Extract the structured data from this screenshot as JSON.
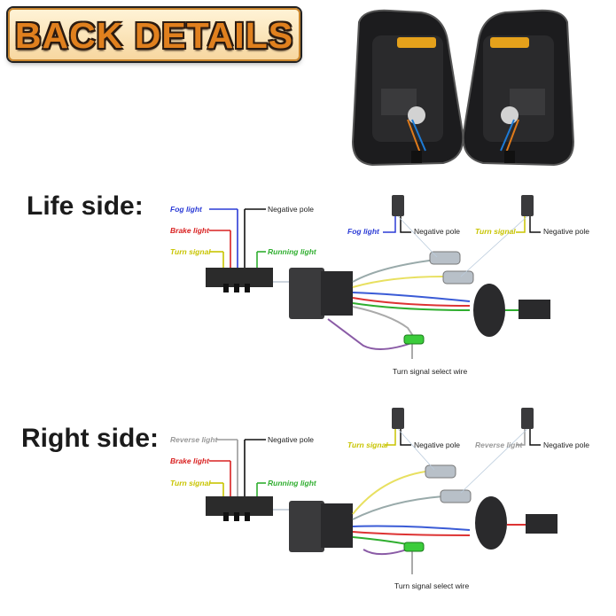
{
  "banner": {
    "title": "BACK DETAILS"
  },
  "left_section": {
    "title": "Life side:",
    "connector_labels": {
      "fog_light": "Fog light",
      "brake_light": "Brake light",
      "turn_signal": "Turn signal",
      "negative_pole": "Negative pole",
      "running_light": "Running light"
    },
    "plug1": {
      "label": "Fog light",
      "negative": "Negative pole"
    },
    "plug2": {
      "label": "Turn signal",
      "negative": "Negative pole"
    },
    "select_wire": "Turn signal select wire"
  },
  "right_section": {
    "title": "Right side:",
    "connector_labels": {
      "reverse_light": "Reverse light",
      "brake_light": "Brake light",
      "turn_signal": "Turn signal",
      "negative_pole": "Negative pole",
      "running_light": "Running light"
    },
    "plug1": {
      "label": "Turn signal",
      "negative": "Negative pole"
    },
    "plug2": {
      "label": "Reverse light",
      "negative": "Negative pole"
    },
    "select_wire": "Turn signal select wire"
  },
  "colors": {
    "banner_text": "#e0801e",
    "fog": "#2b3bd6",
    "brake": "#d92020",
    "turn": "#c8c400",
    "running": "#2fae2f",
    "negative": "#111111",
    "reverse": "#9a9a9a"
  }
}
